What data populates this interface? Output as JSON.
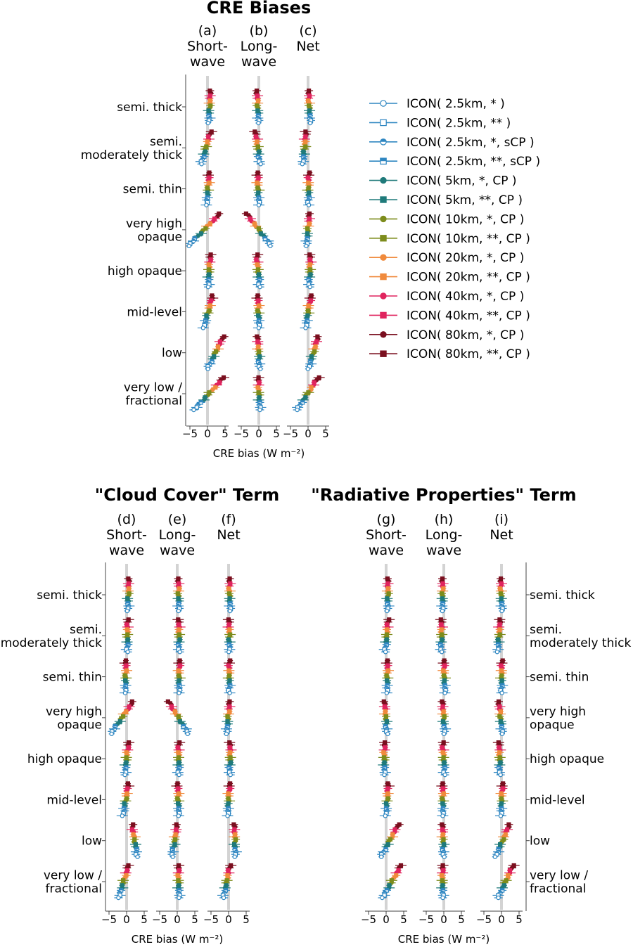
{
  "figure": {
    "top_title": "CRE Biases",
    "cloud_cover_title": "\"Cloud Cover\" Term",
    "radiative_title": "\"Radiative Properties\" Term",
    "xlabel": "CRE bias (W m⁻²)"
  },
  "legend": [
    {
      "label": "ICON( 2.5km, * )",
      "color": "#2e86c1",
      "marker": "circle-open"
    },
    {
      "label": "ICON( 2.5km, ** )",
      "color": "#2e86c1",
      "marker": "square-open"
    },
    {
      "label": "ICON( 2.5km, *, sCP )",
      "color": "#2e86c1",
      "marker": "circle-half"
    },
    {
      "label": "ICON( 2.5km, **, sCP )",
      "color": "#2e86c1",
      "marker": "square-half"
    },
    {
      "label": "ICON( 5km, *,  CP )",
      "color": "#1f7a7a",
      "marker": "circle"
    },
    {
      "label": "ICON( 5km, **, CP )",
      "color": "#1f7a7a",
      "marker": "square"
    },
    {
      "label": "ICON( 10km, *,  CP )",
      "color": "#7d8c1c",
      "marker": "circle"
    },
    {
      "label": "ICON( 10km, **, CP )",
      "color": "#7d8c1c",
      "marker": "square"
    },
    {
      "label": "ICON( 20km, *,  CP )",
      "color": "#f08a3c",
      "marker": "circle"
    },
    {
      "label": "ICON( 20km, **, CP )",
      "color": "#f08a3c",
      "marker": "square"
    },
    {
      "label": "ICON( 40km, *,  CP )",
      "color": "#e0245e",
      "marker": "circle"
    },
    {
      "label": "ICON( 40km, **, CP )",
      "color": "#e0245e",
      "marker": "square"
    },
    {
      "label": "ICON( 80km, *,  CP )",
      "color": "#7a0f1f",
      "marker": "circle"
    },
    {
      "label": "ICON( 80km, **, CP )",
      "color": "#7a0f1f",
      "marker": "square"
    }
  ],
  "chart_data": [
    {
      "type": "scatter",
      "group": "CRE Biases",
      "panel_titles": [
        "(a)\nShort-\nwave",
        "(b)\nLong-\nwave",
        "(c)\nNet"
      ],
      "categories": [
        "semi. thick",
        "semi.\nmoderately thick",
        "semi. thin",
        "very high\nopaque",
        "high opaque",
        "mid-level",
        "low",
        "very low /\nfractional"
      ],
      "xticks": [
        "−5",
        "0",
        "5"
      ],
      "xlim": [
        -6,
        6
      ],
      "panels": {
        "a": {
          "bottom": [
            0.4,
            -1.8,
            -0.2,
            -5.5,
            0.2,
            -1.0,
            0.0,
            -3.8
          ],
          "top": [
            0.8,
            0.9,
            0.5,
            3.5,
            0.8,
            1.4,
            4.5,
            4.6
          ]
        },
        "b": {
          "bottom": [
            0.0,
            0.3,
            0.0,
            3.5,
            0.2,
            0.1,
            0.2,
            0.3
          ],
          "top": [
            -0.6,
            -0.9,
            -0.4,
            -3.5,
            -0.6,
            -0.3,
            -0.3,
            -0.2
          ]
        },
        "c": {
          "bottom": [
            0.6,
            -1.4,
            0.1,
            -0.4,
            0.3,
            -0.7,
            0.2,
            -3.2
          ],
          "top": [
            0.1,
            -0.6,
            0.2,
            0.4,
            0.7,
            0.8,
            2.8,
            2.9
          ]
        }
      }
    },
    {
      "type": "scatter",
      "group": "\"Cloud Cover\" Term",
      "panel_titles": [
        "(d)\nShort-\nwave",
        "(e)\nLong-\nwave",
        "(f)\nNet"
      ],
      "categories": [
        "semi. thick",
        "semi.\nmoderately thick",
        "semi. thin",
        "very high\nopaque",
        "high opaque",
        "mid-level",
        "low",
        "very low /\nfractional"
      ],
      "xticks": [
        "−5",
        "0",
        "5"
      ],
      "xlim": [
        -6,
        6
      ],
      "panels": {
        "d": {
          "bottom": [
            0.4,
            0.2,
            -0.3,
            -4.5,
            -0.5,
            -1.0,
            3.0,
            -2.2
          ],
          "top": [
            0.6,
            0.3,
            -0.2,
            1.8,
            0.5,
            0.5,
            1.6,
            0.5
          ]
        },
        "e": {
          "bottom": [
            0.5,
            0.5,
            0.5,
            3.2,
            0.4,
            0.5,
            -1.5,
            0.5
          ],
          "top": [
            0.3,
            0.5,
            0.6,
            -2.5,
            0.4,
            0.1,
            0.0,
            0.3
          ]
        },
        "f": {
          "bottom": [
            0.4,
            0.3,
            0.2,
            -0.5,
            0.3,
            -0.3,
            2.0,
            -1.5
          ],
          "top": [
            0.2,
            0.1,
            0.2,
            0.3,
            0.5,
            0.3,
            1.6,
            0.4
          ]
        }
      }
    },
    {
      "type": "scatter",
      "group": "\"Radiative Properties\" Term",
      "panel_titles": [
        "(g)\nShort-\nwave",
        "(h)\nLong-\nwave",
        "(i)\nNet"
      ],
      "categories": [
        "semi. thick",
        "semi.\nmoderately thick",
        "semi. thin",
        "very high\nopaque",
        "high opaque",
        "mid-level",
        "low",
        "very low /\nfractional"
      ],
      "xticks": [
        "−5",
        "0",
        "5"
      ],
      "xlim": [
        -6,
        6
      ],
      "panels": {
        "g": {
          "bottom": [
            0.5,
            -0.3,
            0.3,
            0.2,
            -0.5,
            0.0,
            -1.5,
            -1.0
          ],
          "top": [
            0.5,
            0.6,
            0.4,
            -0.4,
            -0.5,
            0.6,
            3.5,
            4.2
          ]
        },
        "h": {
          "bottom": [
            -0.3,
            -0.8,
            0.3,
            0.3,
            0.2,
            -0.2,
            -0.1,
            -0.3
          ],
          "top": [
            -0.4,
            -0.6,
            0.0,
            -0.4,
            -0.3,
            -0.3,
            -0.3,
            -0.4
          ]
        },
        "i": {
          "bottom": [
            0.1,
            -1.0,
            0.0,
            0.3,
            -0.5,
            -0.2,
            -1.6,
            -1.0
          ],
          "top": [
            -0.3,
            -0.4,
            0.1,
            -0.8,
            -0.6,
            0.3,
            2.2,
            3.3
          ]
        }
      }
    }
  ]
}
